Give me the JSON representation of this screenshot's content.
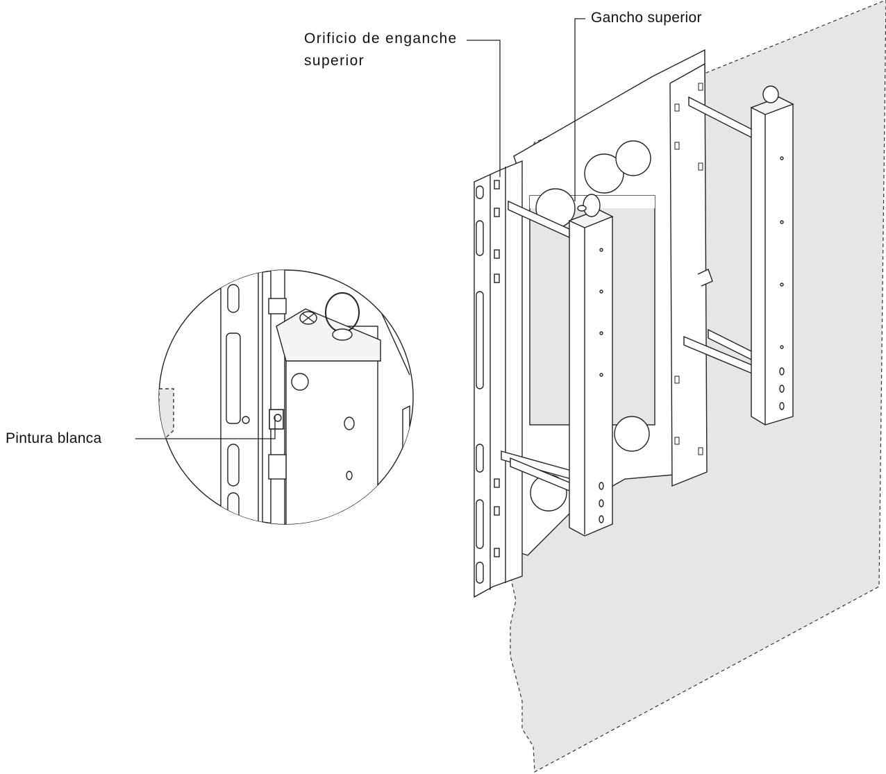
{
  "labels": {
    "upper_hook_hole_line1": "Orificio de enganche",
    "upper_hook_hole_line2": "superior",
    "upper_hook": "Gancho superior",
    "white_paint": "Pintura blanca"
  },
  "colors": {
    "wall": "#e6e6e6",
    "line": "#222222",
    "metal": "#ffffff"
  }
}
